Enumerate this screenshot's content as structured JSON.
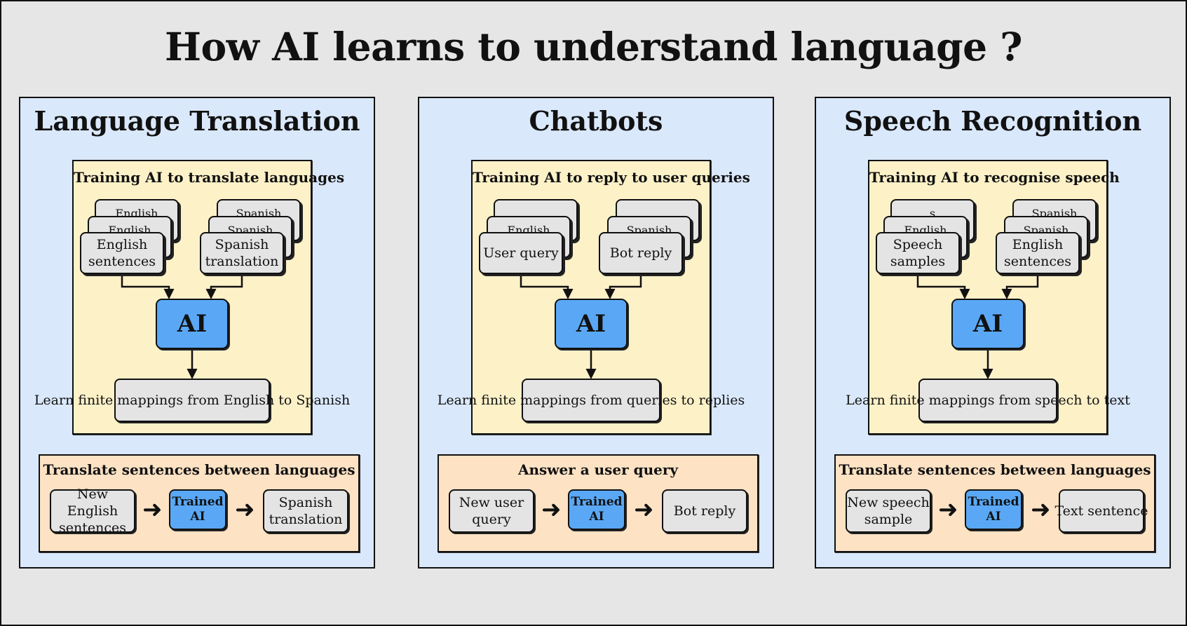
{
  "title": "How AI learns to understand language ?",
  "colors": {
    "background": "#e6e6e6",
    "panel": "#dae8fb",
    "training_box": "#fdf1c8",
    "usage_box": "#fde2c4",
    "ai_box": "#5aa8f5",
    "card": "#e4e4e4"
  },
  "panels": [
    {
      "title": "Language Translation",
      "training": {
        "title": "Training AI to translate languages",
        "left_card": {
          "back_label_1": "English",
          "back_label_2": "English",
          "label": "English sentences"
        },
        "right_card": {
          "back_label_1": "Spanish",
          "back_label_2": "Spanish",
          "label": "Spanish translation"
        },
        "ai_label": "AI",
        "learn_label": "Learn finite mappings from English to Spanish"
      },
      "usage": {
        "title": "Translate sentences between languages",
        "input": "New English sentences",
        "model": "Trained AI",
        "output": "Spanish translation"
      }
    },
    {
      "title": "Chatbots",
      "training": {
        "title": "Training AI to reply to user queries",
        "left_card": {
          "back_label_1": "",
          "back_label_2": "English",
          "label": "User query"
        },
        "right_card": {
          "back_label_1": "",
          "back_label_2": "Spanish",
          "label": "Bot reply"
        },
        "ai_label": "AI",
        "learn_label": "Learn finite mappings from queries to replies"
      },
      "usage": {
        "title": "Answer a user query",
        "input": "New user query",
        "model": "Trained AI",
        "output": "Bot reply"
      }
    },
    {
      "title": "Speech Recognition",
      "training": {
        "title": "Training AI to recognise speech",
        "left_card": {
          "back_label_1": "s",
          "back_label_2": "English",
          "label": "Speech samples"
        },
        "right_card": {
          "back_label_1": "Spanish",
          "back_label_2": "Spanish",
          "label": "English sentences"
        },
        "ai_label": "AI",
        "learn_label": "Learn finite mappings from speech to text"
      },
      "usage": {
        "title": "Translate sentences between languages",
        "input": "New speech sample",
        "model": "Trained AI",
        "output": "Text sentence"
      }
    }
  ]
}
